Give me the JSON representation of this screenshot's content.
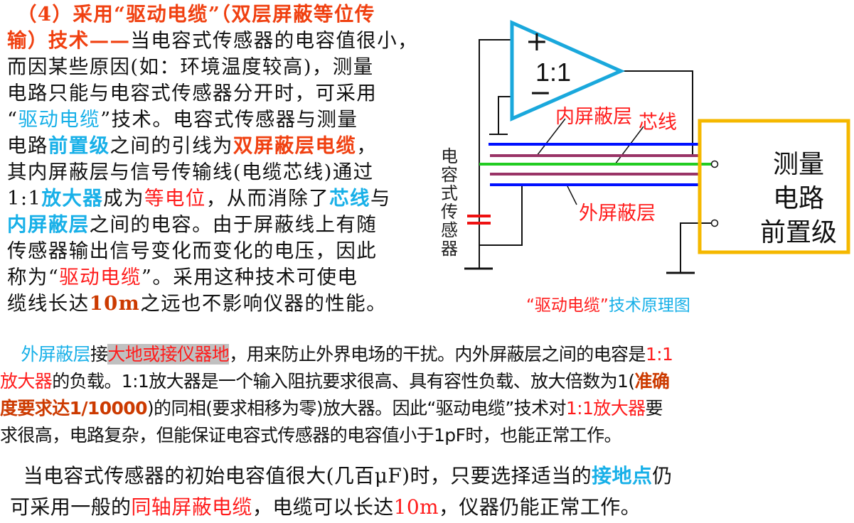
{
  "colors": {
    "k": "#111111",
    "r": "#ff1c1c",
    "o": "#f04010",
    "b": "#18b0e8",
    "br": "#cc3a00",
    "amp": "#1aa8dc",
    "box": "#f5b800",
    "cable_outer": "#0010ff",
    "cable_inner": "#993366",
    "core": "#22cc22"
  },
  "left": {
    "lines": [
      [
        {
          "t": "（4）采用“驱动电缆”（双层屏蔽等位传",
          "c": "o",
          "b": 1
        }
      ],
      [
        {
          "t": "输）技术——",
          "c": "o",
          "b": 1
        },
        {
          "t": "当电容式传感器的电容值很小，",
          "c": "k"
        }
      ],
      [
        {
          "t": "而因某些原因(如：环境温度较高)，测量",
          "c": "k"
        }
      ],
      [
        {
          "t": "电路只能与电容式传感器分开时，可采用",
          "c": "k"
        }
      ],
      [
        {
          "t": "“",
          "c": "k"
        },
        {
          "t": "驱动电缆",
          "c": "b"
        },
        {
          "t": "”技术。电容式传感器与测量",
          "c": "k"
        }
      ],
      [
        {
          "t": "电路",
          "c": "k"
        },
        {
          "t": "前置级",
          "c": "b",
          "b": 1
        },
        {
          "t": "之间的引线为",
          "c": "k"
        },
        {
          "t": "双屏蔽层电缆",
          "c": "o",
          "b": 1
        },
        {
          "t": "，",
          "c": "k"
        }
      ],
      [
        {
          "t": "其内屏蔽层与信号传输线(电缆芯线)通过",
          "c": "k"
        }
      ],
      [
        {
          "t": "1:1",
          "c": "k"
        },
        {
          "t": "放大器",
          "c": "b",
          "b": 1
        },
        {
          "t": "成为",
          "c": "k"
        },
        {
          "t": "等电位",
          "c": "r"
        },
        {
          "t": "，从而消除了",
          "c": "k"
        },
        {
          "t": "芯线",
          "c": "b",
          "b": 1
        },
        {
          "t": "与",
          "c": "k"
        }
      ],
      [
        {
          "t": "内屏蔽层",
          "c": "b",
          "b": 1
        },
        {
          "t": "之间的电容。由于屏蔽线上有随",
          "c": "k"
        }
      ],
      [
        {
          "t": "传感器输出信号变化而变化的电压，因此",
          "c": "k"
        }
      ],
      [
        {
          "t": "称为“",
          "c": "k"
        },
        {
          "t": "驱动电缆",
          "c": "r"
        },
        {
          "t": "”。采用这种技术可使电",
          "c": "k"
        }
      ],
      [
        {
          "t": "缆线长达",
          "c": "k"
        },
        {
          "t": "10m",
          "c": "br",
          "b": 1
        },
        {
          "t": "之远也不影响仪器的性能。",
          "c": "k"
        }
      ]
    ]
  },
  "para1": {
    "lines": [
      [
        {
          "t": "    ",
          "c": "k"
        },
        {
          "t": "外屏蔽层",
          "c": "b"
        },
        {
          "t": "接",
          "c": "k"
        },
        {
          "t": "大地或接仪器地",
          "c": "r",
          "h": 1
        },
        {
          "t": "，用来防止外界电场的干扰。内外屏蔽层之间的电容是",
          "c": "k"
        },
        {
          "t": "1:1",
          "c": "r"
        }
      ],
      [
        {
          "t": "放大器",
          "c": "r"
        },
        {
          "t": "的负载。1:1放大器是一个输入阻抗要求很高、具有容性负载、放大倍数为1(",
          "c": "k"
        },
        {
          "t": "准确",
          "c": "br",
          "b": 1
        }
      ],
      [
        {
          "t": "度要求达1/10000",
          "c": "br",
          "b": 1
        },
        {
          "t": ")的同相(要求相移为零)放大器。因此“驱动电缆”技术对",
          "c": "k"
        },
        {
          "t": "1:1放大器",
          "c": "r"
        },
        {
          "t": "要",
          "c": "k"
        }
      ],
      [
        {
          "t": "求很高，电路复杂，但能保证电容式传感器的电容值小于1pF时，也能正常工作。",
          "c": "k"
        }
      ]
    ]
  },
  "para2": {
    "lines": [
      [
        {
          "t": "  当电容式传感器的初始电容值很大(几百μF)时，只要选择适当的",
          "c": "k"
        },
        {
          "t": "接地点",
          "c": "b",
          "b": 1
        },
        {
          "t": "仍",
          "c": "k"
        }
      ],
      [
        {
          "t": "可采用一般的",
          "c": "k"
        },
        {
          "t": "同轴屏蔽电缆",
          "c": "r"
        },
        {
          "t": "，电缆可以长达",
          "c": "k"
        },
        {
          "t": "10m",
          "c": "r"
        },
        {
          "t": "，仪器仍能正常工作。",
          "c": "k"
        }
      ]
    ]
  },
  "diagram": {
    "amp_plus": "+",
    "amp_minus": "−",
    "amp_gain": "1:1",
    "sensor_label": "电容式传感器",
    "inner_shield_label": "内屏蔽层",
    "core_label": "芯线",
    "outer_shield_label": "外屏蔽层",
    "box_lines": [
      "测量",
      "电路",
      "前置级"
    ],
    "caption_part1": "“驱动电缆”",
    "caption_part2": "技术原理图"
  }
}
